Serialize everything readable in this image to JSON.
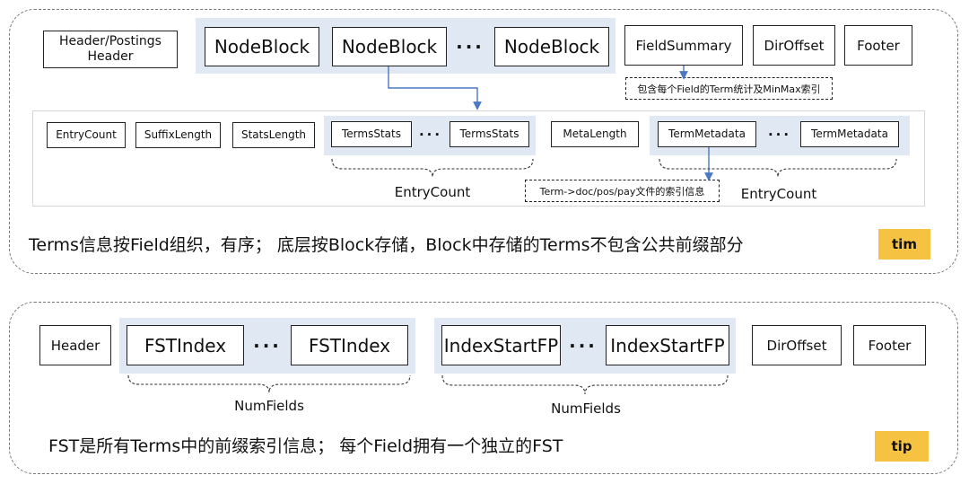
{
  "tim": {
    "top_row": {
      "header": "Header/Postings Header",
      "node_blocks": [
        "NodeBlock",
        "NodeBlock",
        "NodeBlock"
      ],
      "ellipsis": "···",
      "field_summary": "FieldSummary",
      "dir_offset": "DirOffset",
      "footer": "Footer"
    },
    "field_summary_note": "包含每个Field的Term统计及MinMax索引",
    "block_row": {
      "entry_count": "EntryCount",
      "suffix_length": "SuffixLength",
      "stats_length": "StatsLength",
      "terms_stats": [
        "TermsStats",
        "TermsStats"
      ],
      "meta_length": "MetaLength",
      "term_metadata": [
        "TermMetadata",
        "TermMetadata"
      ],
      "ellipsis": "···",
      "terms_stats_brace_label": "EntryCount",
      "term_metadata_brace_label": "EntryCount",
      "term_metadata_note": "Term->doc/pos/pay文件的索引信息"
    },
    "caption": "Terms信息按Field组织，有序；  底层按Block存储，Block中存储的Terms不包含公共前缀部分",
    "tag": "tim"
  },
  "tip": {
    "header": "Header",
    "fst_index": [
      "FSTIndex",
      "FSTIndex"
    ],
    "index_start_fp": [
      "IndexStartFP",
      "IndexStartFP"
    ],
    "ellipsis": "···",
    "dir_offset": "DirOffset",
    "footer": "Footer",
    "fst_brace_label": "NumFields",
    "fp_brace_label": "NumFields",
    "caption": "FST是所有Terms中的前缀索引信息；  每个Field拥有一个独立的FST",
    "tag": "tip"
  },
  "colors": {
    "band": "#dfe8f3",
    "tag": "#f5c242",
    "arrow": "#4a78c2",
    "border": "#222222"
  }
}
